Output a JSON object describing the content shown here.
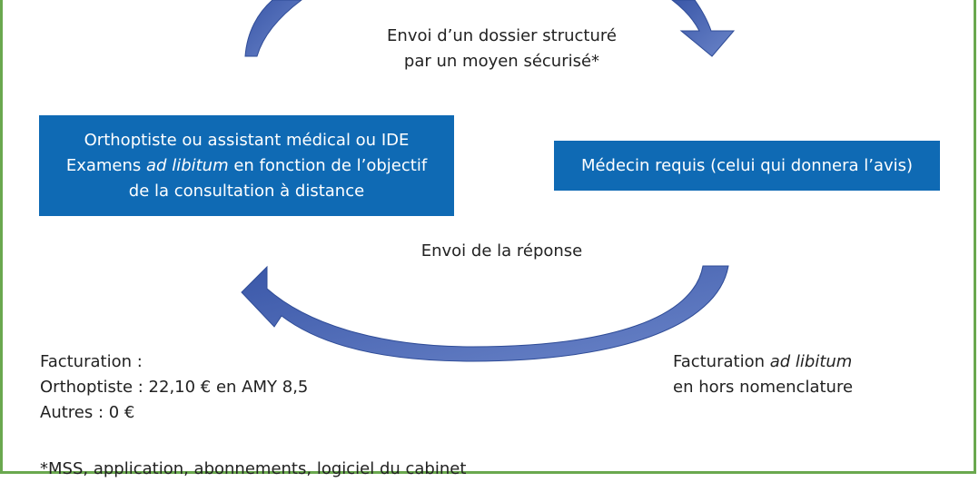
{
  "top_arrow_label": {
    "line1": "Envoi d’un dossier structuré",
    "line2": "par un moyen sécurisé*"
  },
  "left_box": {
    "line1": "Orthoptiste ou assistant médical ou IDE",
    "line2_pre": "Examens ",
    "line2_italic": "ad libitum",
    "line2_post": " en fonction de l’objectif",
    "line3": "de la consultation à distance"
  },
  "right_box": {
    "line1": "Médecin requis (celui qui donnera l’avis)"
  },
  "bottom_arrow_label": "Envoi de la réponse",
  "billing_left": {
    "line1": "Facturation :",
    "line2": "Orthoptiste : 22,10 € en AMY 8,5",
    "line3": "Autres : 0 €"
  },
  "billing_right": {
    "line1_pre": "Facturation ",
    "line1_italic": "ad libitum",
    "line2": "en hors nomenclature"
  },
  "footnote": "*MSS, application, abonnements, logiciel du cabinet",
  "colors": {
    "box_fill": "#0f6ab4",
    "arrow_fill": "#4a66b4",
    "frame": "#6aa84f"
  }
}
